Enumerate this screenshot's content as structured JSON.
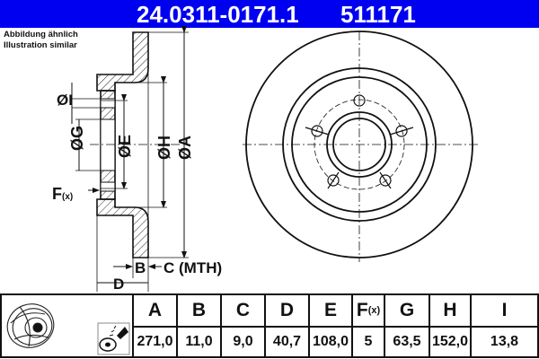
{
  "header": {
    "part_number": "24.0311-0171.1",
    "reference": "511171",
    "background_color": "#0000f0"
  },
  "note": {
    "line1": "Abbildung ähnlich",
    "line2": "Illustration similar"
  },
  "drawing_labels": {
    "dia_I": "ØI",
    "dia_G": "ØG",
    "dia_E": "ØE",
    "dia_H": "ØH",
    "dia_A": "ØA",
    "F": "F",
    "F_sub": "(x)",
    "B": "B",
    "C_mth": "C (MTH)",
    "D": "D"
  },
  "table": {
    "headers": [
      "A",
      "B",
      "C",
      "D",
      "E",
      "F",
      "G",
      "H",
      "I"
    ],
    "F_suffix": "(x)",
    "values": [
      "271,0",
      "11,0",
      "9,0",
      "40,7",
      "108,0",
      "5",
      "63,5",
      "152,0",
      "13,8"
    ]
  },
  "icons": {
    "disc": "brake-disc-3d-icon",
    "spray": "spray-can-coating-icon"
  }
}
